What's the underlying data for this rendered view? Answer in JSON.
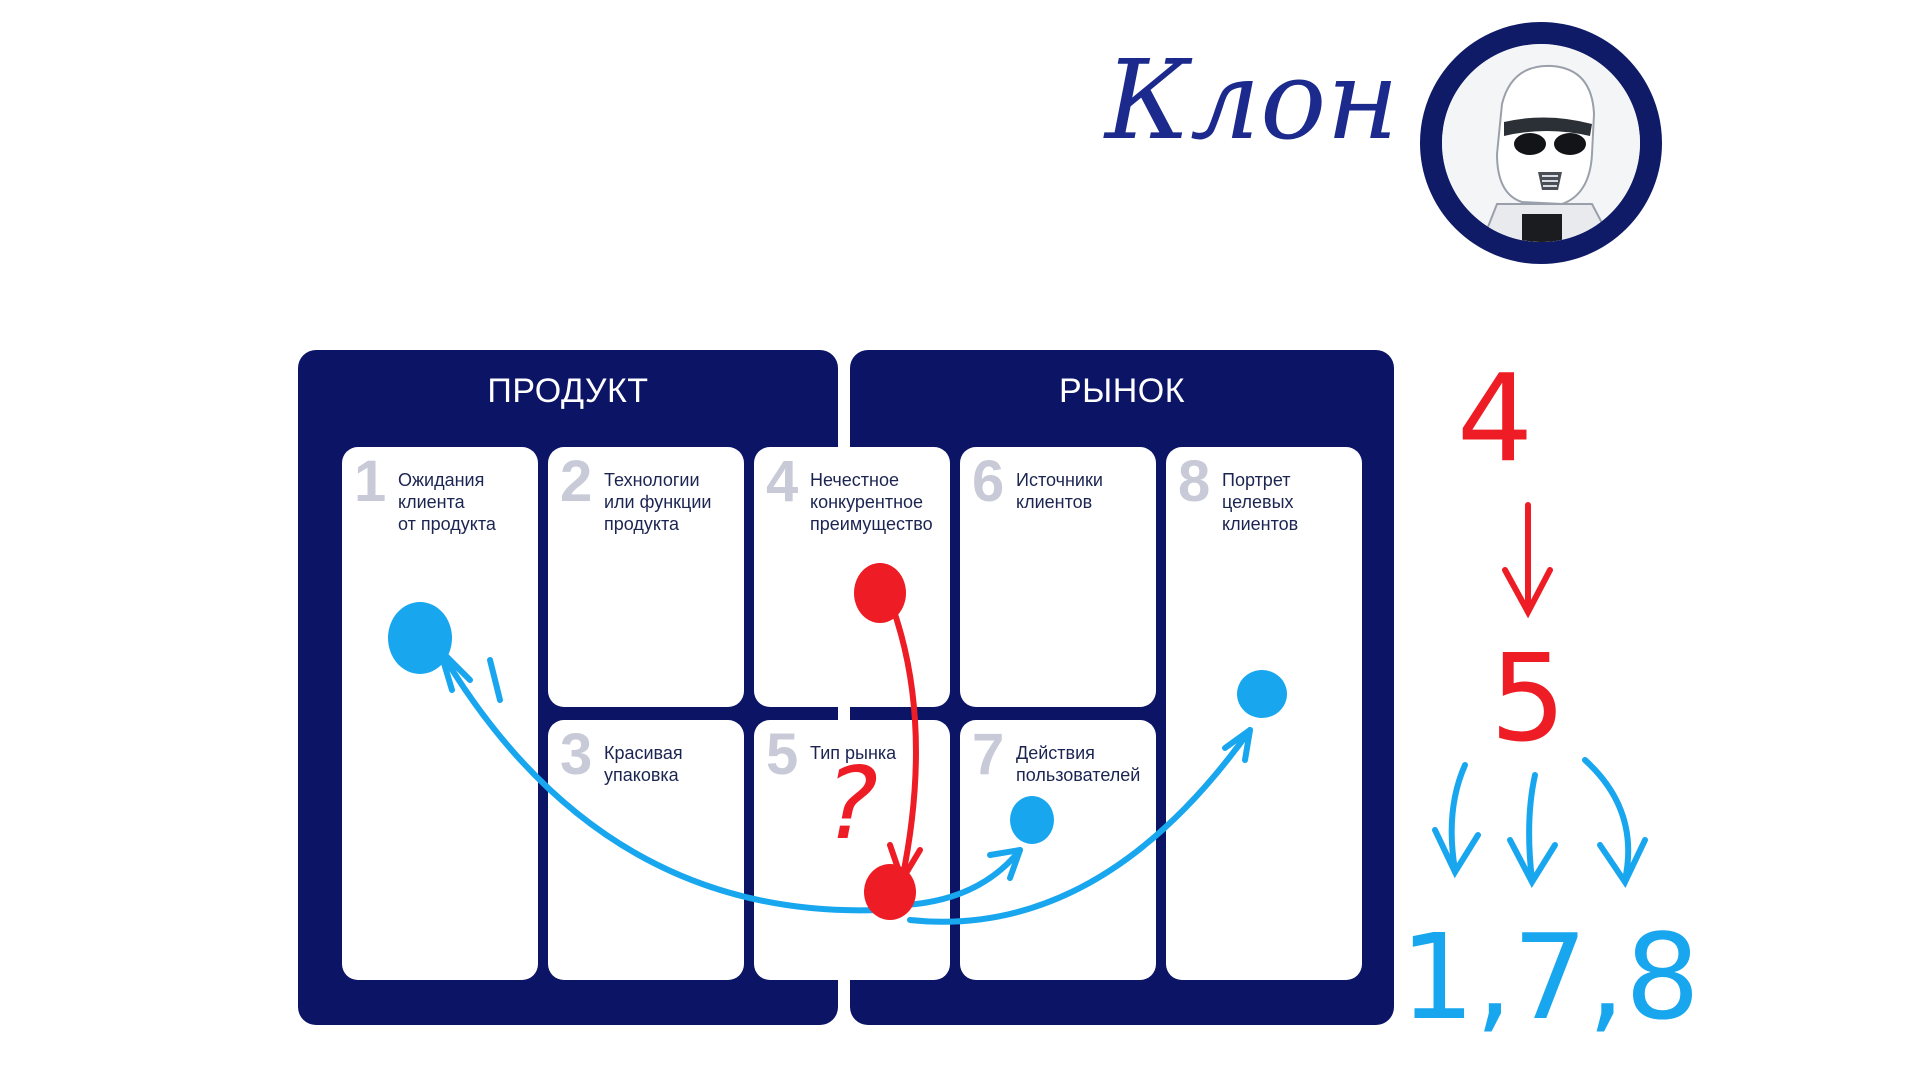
{
  "header": {
    "title": "Клон"
  },
  "avatar": {
    "icon": "stormtrooper-icon"
  },
  "panels": {
    "product": {
      "title": "ПРОДУКТ"
    },
    "market": {
      "title": "РЫНОК"
    }
  },
  "cards": [
    {
      "num": "1",
      "label": "Ожидания\nклиента\nот продукта"
    },
    {
      "num": "2",
      "label": "Технологии\nили функции\nпродукта"
    },
    {
      "num": "3",
      "label": "Красивая\nупаковка"
    },
    {
      "num": "4",
      "label": "Нечестное\nконкурентное\nпреимущество"
    },
    {
      "num": "5",
      "label": "Тип рынка"
    },
    {
      "num": "6",
      "label": "Источники\nклиентов"
    },
    {
      "num": "7",
      "label": "Действия\nпользователей"
    },
    {
      "num": "8",
      "label": "Портрет\nцелевых\nклиентов"
    }
  ],
  "annotations": {
    "question": "?",
    "sequence": {
      "first": "4",
      "second": "5",
      "third": "1,7,8"
    }
  },
  "colors": {
    "navy": "#0c1466",
    "red": "#ee1c24",
    "blue": "#18a6ef",
    "grey_num": "#c8cad8"
  }
}
